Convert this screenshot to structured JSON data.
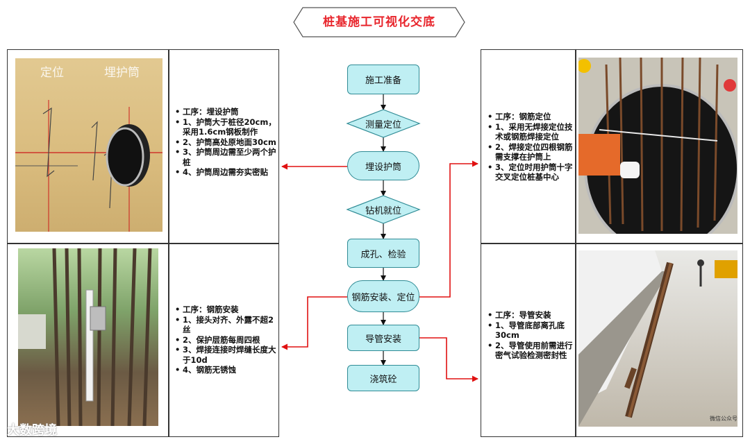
{
  "title": "桩基施工可视化交底",
  "photo_labels": {
    "locate": "定位",
    "casing": "埋护筒"
  },
  "flow": {
    "prep": "施工准备",
    "survey": "测量定位",
    "casing": "埋设护筒",
    "rig": "钻机就位",
    "hole": "成孔、检验",
    "rebar": "钢筋安装、定位",
    "tremie": "导管安装",
    "pour": "浇筑砼"
  },
  "notes": {
    "casing": [
      "工序：埋设护筒",
      "1、护筒大于桩径20cm，采用1.6cm钢板制作",
      "2、护筒高处原地面30cm",
      "3、护筒周边需至少两个护桩",
      "4、护筒周边需夯实密贴"
    ],
    "rebar_locate": [
      "工序：钢筋定位",
      "1、采用无焊接定位技术或钢筋焊接定位",
      "2、焊接定位四根钢筋需支撑在护筒上",
      "3、定位时用护筒十字交叉定位桩基中心"
    ],
    "rebar_install": [
      "工序：钢筋安装",
      "1、接头对齐、外露不超2丝",
      "2、保护层筋每周四根",
      "3、焊接连接时焊缝长度大于10d",
      "4、钢筋无锈蚀"
    ],
    "tremie": [
      "工序：导管安装",
      "1、导管底部离孔底30cm",
      "2、导管使用前需进行密气试验检测密封性"
    ]
  },
  "watermark": "大数跨境",
  "watermark_small": "微信公众号",
  "colors": {
    "accent": "#e8252c",
    "node_fill": "#bfeff3",
    "node_border": "#2f8b95",
    "arrow": "#e01010"
  }
}
